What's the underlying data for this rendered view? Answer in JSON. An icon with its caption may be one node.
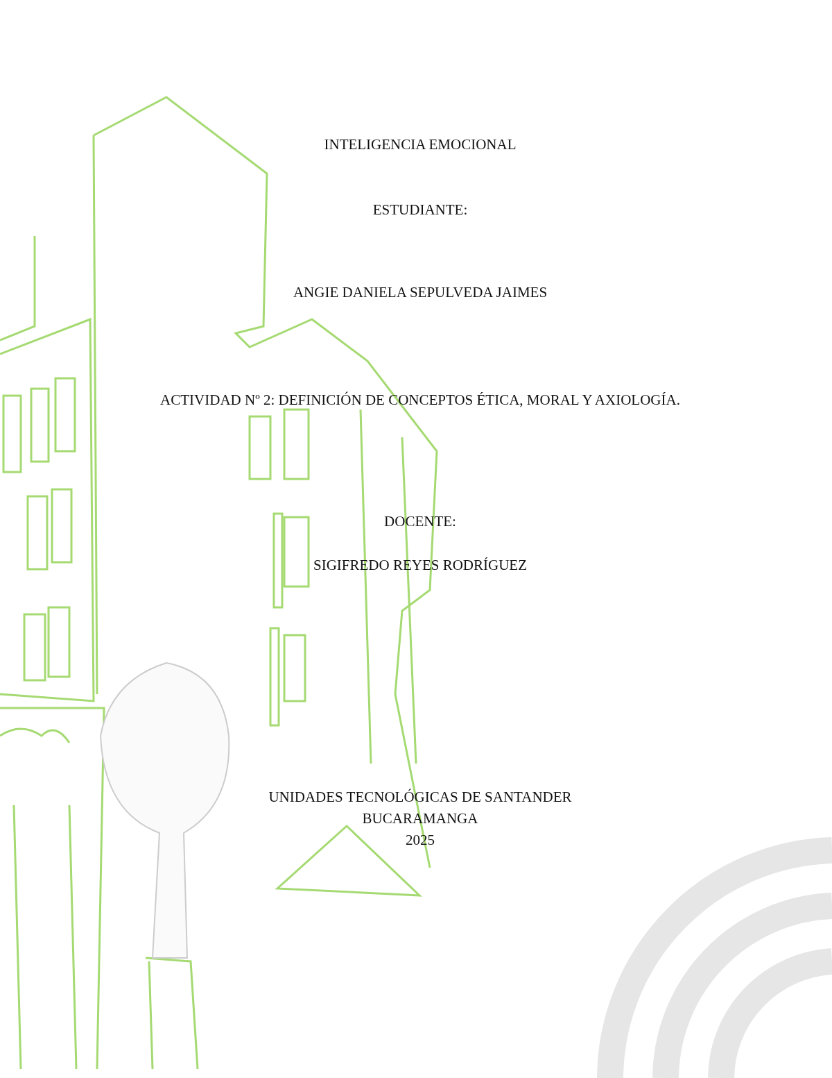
{
  "diagram": {
    "title": "INTELIGENCIA EMOCIONAL",
    "labels": [
      "ESTUDIANTE:",
      "ANGIE DANIELA SEPULVEDA JAIMES",
      "ACTIVIDAD Nº 2: DEFINICIÓN DE CONCEPTOS ÉTICA, MORAL Y AXIOLOGÍA.",
      "DOCENTE:",
      "SIGIFREDO REYES RODRÍGUEZ",
      "UNIDADES TECNOLÓGICAS DE SANTANDER",
      "BUCARAMANGA",
      "2025"
    ]
  }
}
